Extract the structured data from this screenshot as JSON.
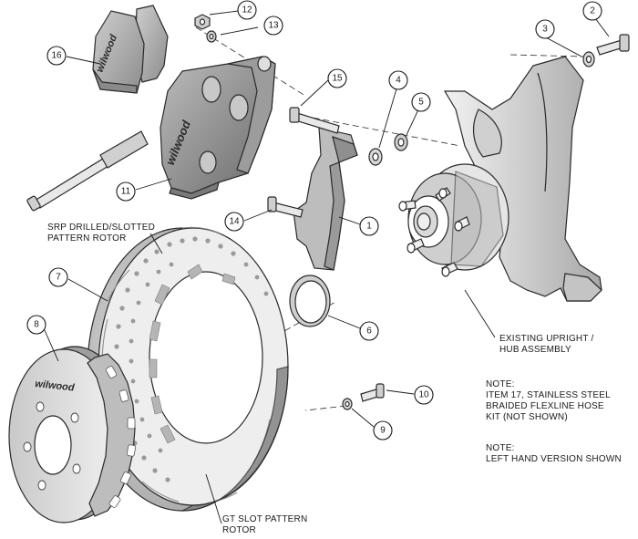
{
  "labels": {
    "srp_rotor_line1": "SRP DRILLED/SLOTTED",
    "srp_rotor_line2": "PATTERN ROTOR",
    "gt_rotor_line1": "GT SLOT PATTERN",
    "gt_rotor_line2": "ROTOR",
    "upright_line1": "EXISTING UPRIGHT /",
    "upright_line2": "HUB ASSEMBLY",
    "note1_title": "NOTE:",
    "note1_line1": "ITEM 17, STAINLESS STEEL",
    "note1_line2": "BRAIDED FLEXLINE HOSE",
    "note1_line3": "KIT (NOT SHOWN)",
    "note2_title": "NOTE:",
    "note2_line1": "LEFT HAND VERSION SHOWN"
  },
  "callouts": {
    "c1": "1",
    "c2": "2",
    "c3": "3",
    "c4": "4",
    "c5": "5",
    "c6": "6",
    "c7": "7",
    "c8": "8",
    "c9": "9",
    "c10": "10",
    "c11": "11",
    "c12": "12",
    "c13": "13",
    "c14": "14",
    "c15": "15",
    "c16": "16"
  },
  "logos": {
    "pad_logo": "wilwood",
    "caliper_logo": "wilwood",
    "hat_logo": "wilwood"
  },
  "colors": {
    "line": "#2a2a2a",
    "shade_light": "#d8d8d8",
    "shade_mid": "#a9a9a9",
    "shade_dark": "#6f6f6f",
    "background": "#ffffff"
  }
}
